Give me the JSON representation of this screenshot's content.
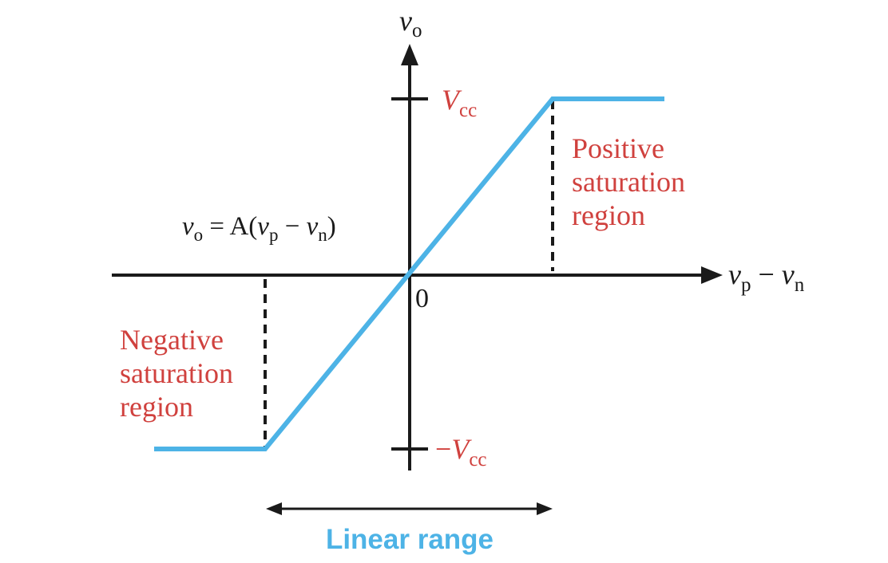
{
  "colors": {
    "curve": "#4db3e6",
    "axis": "#1a1a1a",
    "region_label": "#d0413e",
    "linear_label": "#4db3e6"
  },
  "axes": {
    "y_label": {
      "main": "v",
      "sub": "o"
    },
    "x_label": {
      "main1": "v",
      "sub1": "p",
      "op": " − ",
      "main2": "v",
      "sub2": "n"
    },
    "origin_label": "0"
  },
  "ticks": {
    "pos_vcc": {
      "prefix": "",
      "main": "V",
      "sub": "cc"
    },
    "neg_vcc": {
      "prefix": "−",
      "main": "V",
      "sub": "cc"
    }
  },
  "equation": {
    "lhs_main": "v",
    "lhs_sub": "o",
    "mid": " = A(",
    "v1_main": "v",
    "v1_sub": "p",
    "op": " − ",
    "v2_main": "v",
    "v2_sub": "n",
    "close": ")"
  },
  "regions": {
    "positive": [
      "Positive",
      "saturation",
      "region"
    ],
    "negative": [
      "Negative",
      "saturation",
      "region"
    ]
  },
  "linear_range_label": "Linear range"
}
